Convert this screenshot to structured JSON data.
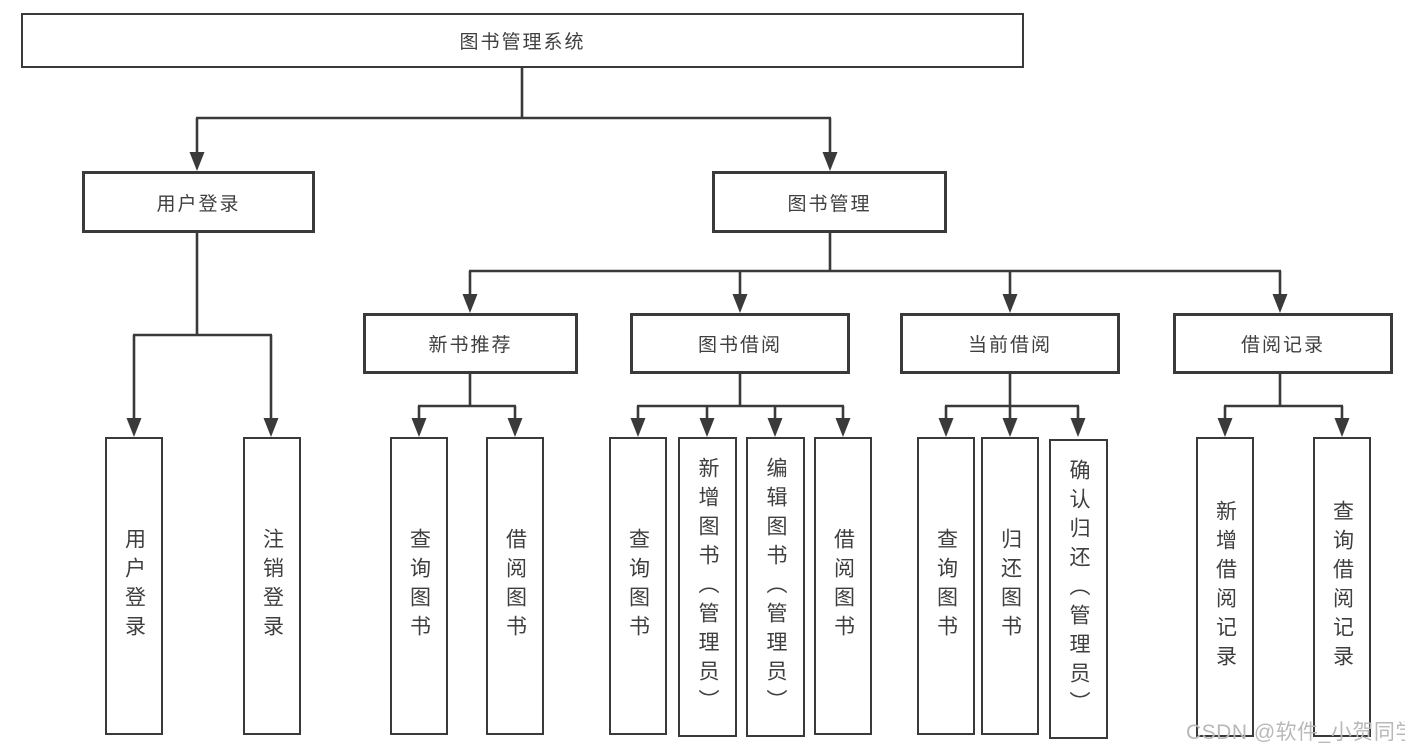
{
  "colors": {
    "line": "#3a3a3a",
    "text": "#3f3f3f",
    "watermark": "#b9b9b9",
    "bg": "#ffffff"
  },
  "watermark": "CSDN @软件_小贺同学",
  "diagram": {
    "root": {
      "label": "图书管理系统"
    },
    "level2": [
      {
        "label": "用户登录"
      },
      {
        "label": "图书管理"
      }
    ],
    "level3": [
      {
        "label": "新书推荐"
      },
      {
        "label": "图书借阅"
      },
      {
        "label": "当前借阅"
      },
      {
        "label": "借阅记录"
      }
    ],
    "leaves": [
      {
        "label": "用户登录"
      },
      {
        "label": "注销登录"
      },
      {
        "label": "查询图书"
      },
      {
        "label": "借阅图书"
      },
      {
        "label": "查询图书"
      },
      {
        "label": "新增图书（管理员）"
      },
      {
        "label": "编辑图书（管理员）"
      },
      {
        "label": "借阅图书"
      },
      {
        "label": "查询图书"
      },
      {
        "label": "归还图书"
      },
      {
        "label": "确认归还（管理员）"
      },
      {
        "label": "新增借阅记录"
      },
      {
        "label": "查询借阅记录"
      }
    ]
  }
}
